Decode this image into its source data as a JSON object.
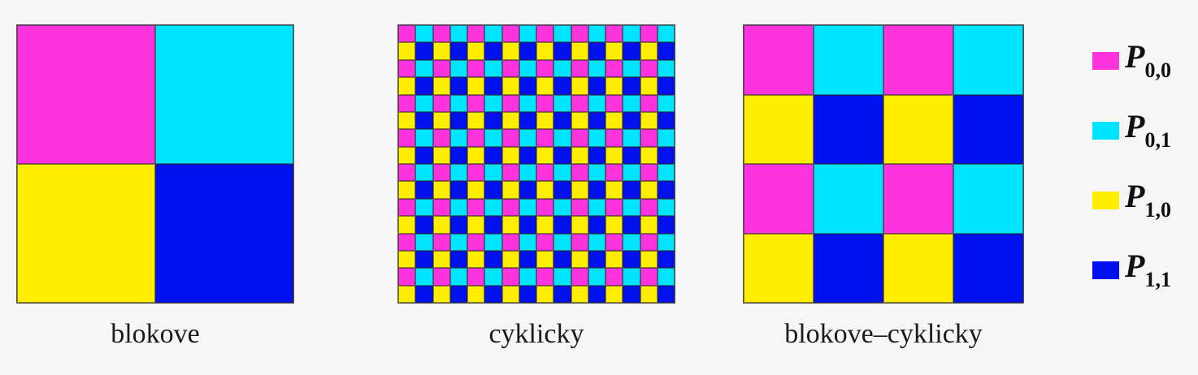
{
  "colors": {
    "P00": "#ff33dd",
    "P01": "#00e5ff",
    "P10": "#ffee00",
    "P11": "#0011ee"
  },
  "panels": [
    {
      "id": "blokove",
      "caption": "blokove",
      "grid": 2,
      "mode": "block"
    },
    {
      "id": "cyklicky",
      "caption": "cyklicky",
      "grid": 16,
      "mode": "cyclic"
    },
    {
      "id": "blokcyk",
      "caption": "blokove–cyklicky",
      "grid": 4,
      "mode": "cyclic"
    }
  ],
  "legend": [
    {
      "key": "P00",
      "symbol": "P",
      "sub": "0,0"
    },
    {
      "key": "P01",
      "symbol": "P",
      "sub": "0,1"
    },
    {
      "key": "P10",
      "symbol": "P",
      "sub": "1,0"
    },
    {
      "key": "P11",
      "symbol": "P",
      "sub": "1,1"
    }
  ]
}
